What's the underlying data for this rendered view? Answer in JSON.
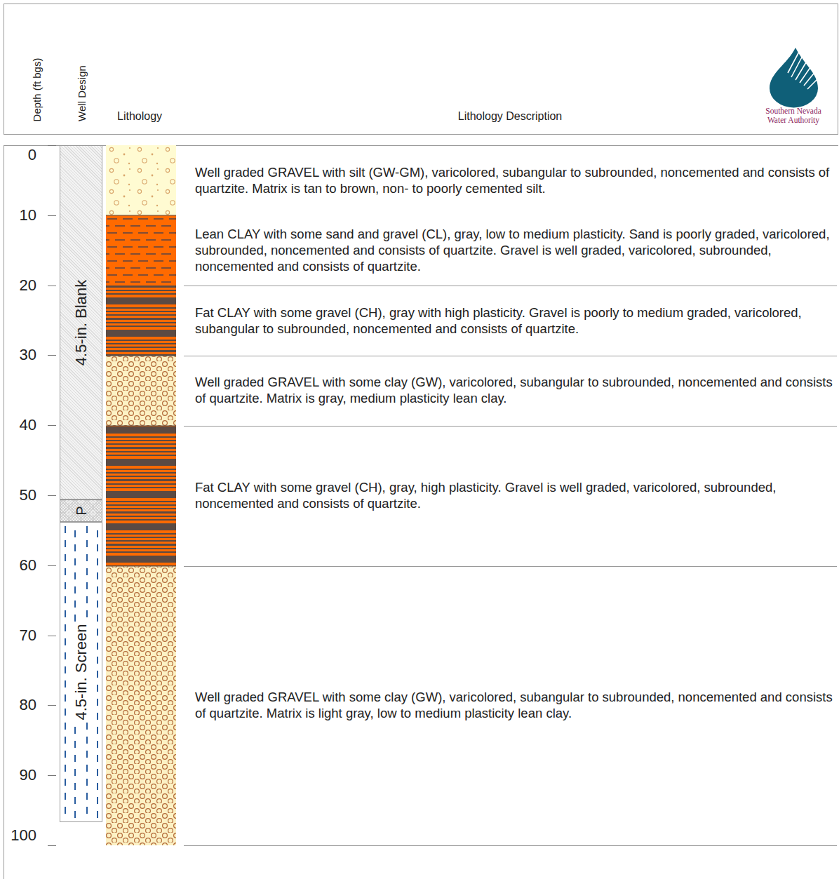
{
  "diagram": {
    "nodes": [
      {
        "text": [
          "4.5-in. Blank"
        ]
      },
      {
        "text": [
          "P"
        ]
      },
      {
        "text": [
          "4.5-in. Screen"
        ]
      }
    ],
    "labels": [
      "Depth (ft bgs)",
      "Well Design",
      "Lithology",
      "Lithology Description",
      "Southern Nevada Water Authority",
      "0",
      "10",
      "20",
      "30",
      "40",
      "50",
      "60",
      "70",
      "80",
      "90",
      "100",
      "Well graded GRAVEL with silt (GW-GM), varicolored, subangular to subrounded, noncemented and consists of quartzite. Matrix is tan to brown, non- to poorly cemented silt.",
      "Lean CLAY with some sand and gravel (CL), gray, low to medium plasticity. Sand is poorly graded, varicolored, subrounded, noncemented and consists of quartzite. Gravel is well graded, varicolored, subrounded, noncemented and consists of quartzite.",
      "Fat CLAY with some gravel (CH), gray with high plasticity. Gravel is poorly to medium graded, varicolored, subangular to subrounded, noncemented and consists of quartzite.",
      "Well graded GRAVEL with some clay (GW), varicolored, subangular to subrounded, noncemented and consists of quartzite. Matrix is gray, medium plasticity lean clay.",
      "Fat CLAY with some gravel (CH), gray, high plasticity. Gravel is well graded, varicolored, subrounded, noncemented and consists of quartzite.",
      "Well graded GRAVEL with some clay (GW), varicolored, subangular to subrounded, noncemented and consists of quartzite. Matrix is light gray, low to medium plasticity lean clay."
    ]
  }
}
